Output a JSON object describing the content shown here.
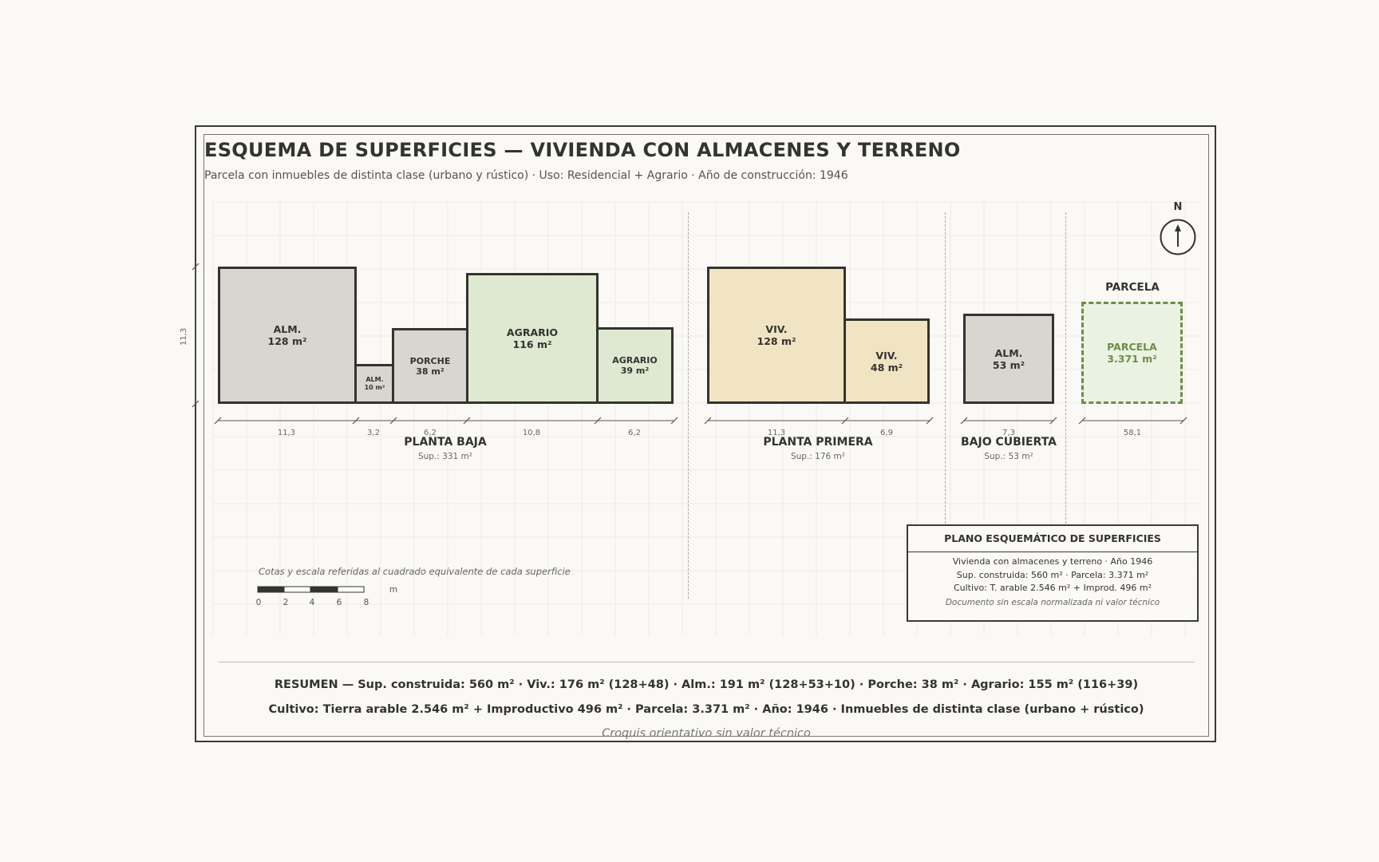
{
  "title": "ESQUEMA DE SUPERFICIES — VIVIENDA CON ALMACENES Y TERRENO",
  "subtitle": "Parcela con inmuebles de distinta clase (urbano y rústico)  ·  Uso: Residencial + Agrario  ·  Año de construcción: 1946",
  "colors": {
    "almacen": "#d9d6cf",
    "agrario": "#dfe9d2",
    "vivienda": "#f1e4c3",
    "parcela_fill": "#eaf2e1",
    "parcela_stroke": "#6e8c4b",
    "line": "#33332f"
  },
  "side_dim": "11,3",
  "north_label": "N",
  "sections": [
    {
      "title": "PLANTA BAJA",
      "sup": "Sup.: 331 m²",
      "rooms": [
        {
          "label": "ALM.",
          "area": "128 m²",
          "color": "almacen",
          "size": "l"
        },
        {
          "label": "ALM.",
          "area": "10 m²",
          "color": "almacen",
          "size": "xs"
        },
        {
          "label": "PORCHE",
          "area": "38 m²",
          "color": "almacen",
          "size": "s"
        },
        {
          "label": "AGRARIO",
          "area": "116 m²",
          "color": "agrario",
          "size": "l"
        },
        {
          "label": "AGRARIO",
          "area": "39 m²",
          "color": "agrario",
          "size": "s"
        }
      ],
      "dims": [
        "11,3",
        "3,2",
        "6,2",
        "10,8",
        "6,2"
      ]
    },
    {
      "title": "PLANTA PRIMERA",
      "sup": "Sup.: 176 m²",
      "rooms": [
        {
          "label": "VIV.",
          "area": "128 m²",
          "color": "vivienda",
          "size": "l"
        },
        {
          "label": "VIV.",
          "area": "48 m²",
          "color": "vivienda",
          "size": "l"
        }
      ],
      "dims": [
        "11,3",
        "6,9"
      ]
    },
    {
      "title": "BAJO CUBIERTA",
      "sup": "Sup.: 53 m²",
      "rooms": [
        {
          "label": "ALM.",
          "area": "53 m²",
          "color": "almacen",
          "size": "l"
        }
      ],
      "dims": [
        "7,3"
      ]
    }
  ],
  "parcela": {
    "heading": "PARCELA",
    "label": "PARCELA",
    "area": "3.371 m²",
    "dim": "58,1"
  },
  "scale": {
    "note": "Cotas y escala referidas al cuadrado equivalente de cada superficie",
    "ticks": [
      "0",
      "2",
      "4",
      "6",
      "8"
    ],
    "unit": "m"
  },
  "note_box": {
    "title": "PLANO ESQUEMÁTICO DE SUPERFICIES",
    "lines": [
      "Vivienda con almacenes y terreno · Año 1946",
      "Sup. construida: 560 m²  ·  Parcela: 3.371 m²",
      "Cultivo: T. arable 2.546 m² + Improd. 496 m²"
    ],
    "italic": "Documento sin escala normalizada ni valor técnico"
  },
  "summary": {
    "line1": "RESUMEN — Sup. construida: 560 m²   ·   Viv.: 176 m² (128+48)   ·   Alm.: 191 m² (128+53+10)   ·   Porche: 38 m²   ·   Agrario: 155 m² (116+39)",
    "line2": "Cultivo: Tierra arable 2.546 m² + Improductivo 496 m²   ·   Parcela: 3.371 m²   ·   Año: 1946   ·   Inmuebles de distinta clase (urbano + rústico)"
  },
  "footer_note": "Croquis orientativo sin valor técnico"
}
